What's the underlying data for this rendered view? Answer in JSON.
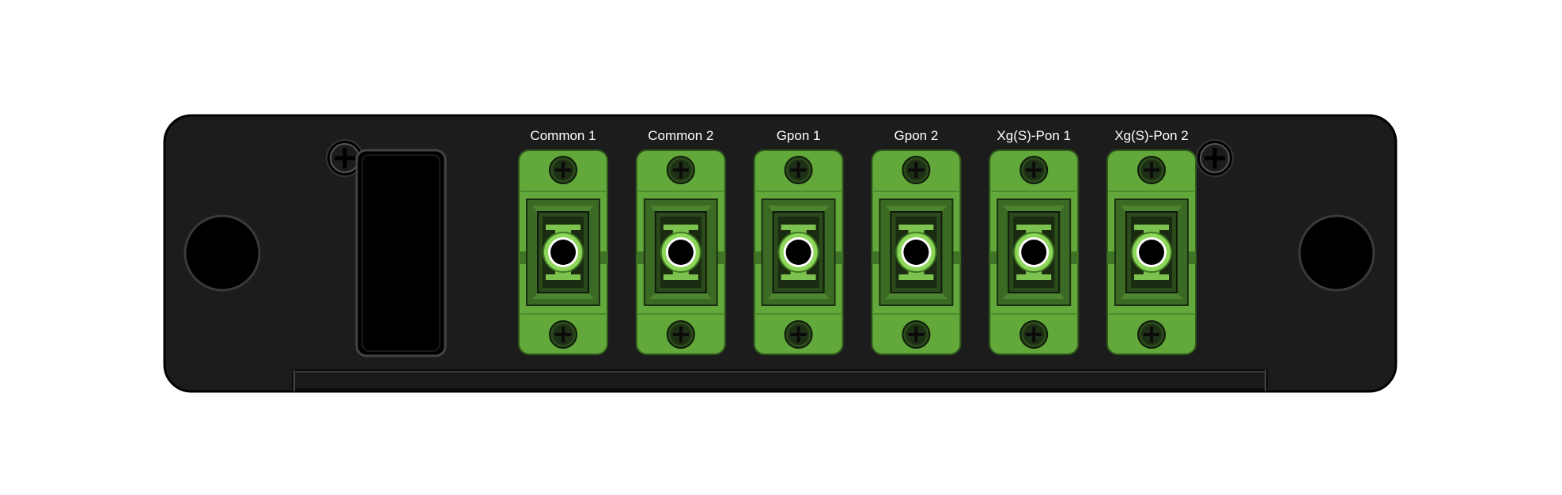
{
  "panel": {
    "colors": {
      "panel": "#1c1c1c",
      "panel_edge": "#000000",
      "adapter_green": "#62a83a",
      "adapter_dark": "#2b4a1c",
      "adapter_inner": "#1a2b12",
      "ferrule_ring": "#8ed65a"
    },
    "ports": [
      {
        "label": "Common 1"
      },
      {
        "label": "Common 2"
      },
      {
        "label": "Gpon 1"
      },
      {
        "label": "Gpon 2"
      },
      {
        "label": "Xg(S)-Pon 1"
      },
      {
        "label": "Xg(S)-Pon 2"
      }
    ]
  }
}
